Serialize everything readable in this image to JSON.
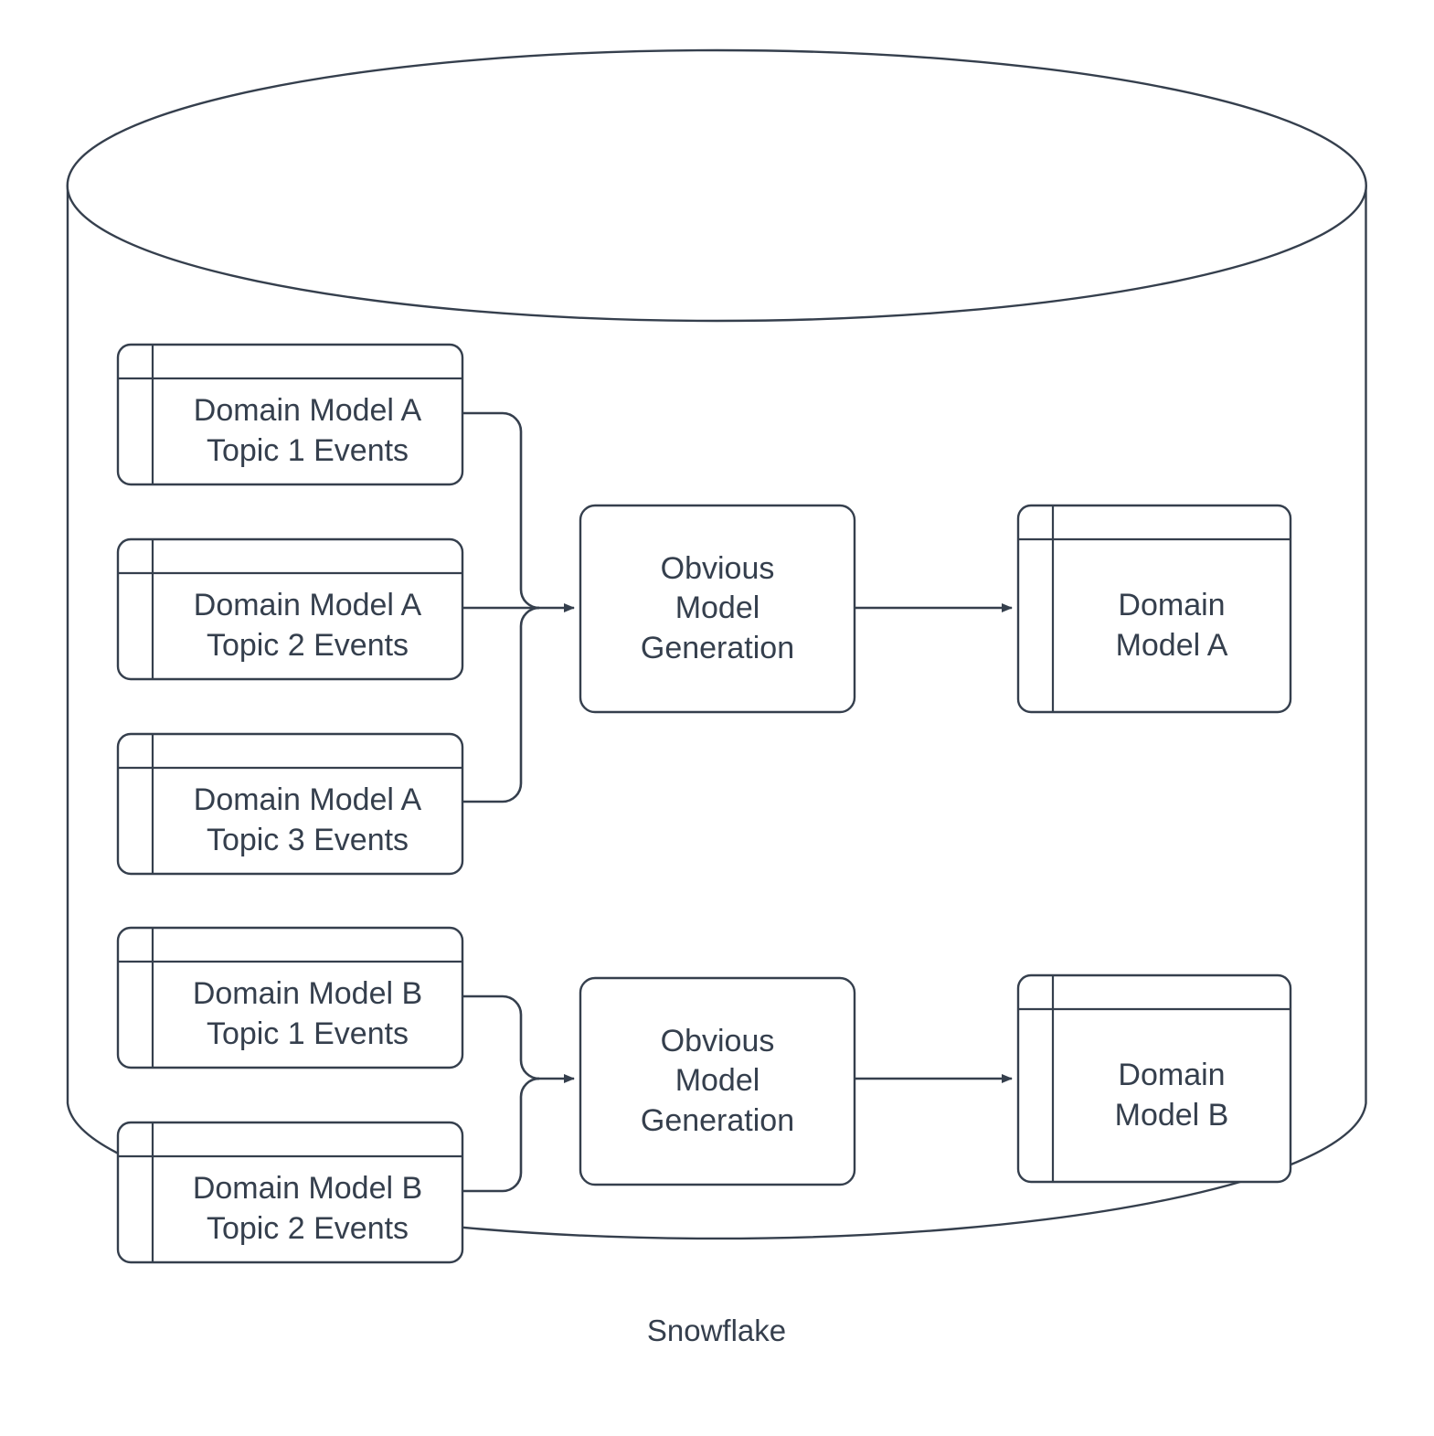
{
  "diagram": {
    "container": {
      "name": "Snowflake",
      "label": "Snowflake",
      "shape": "cylinder"
    },
    "colors": {
      "stroke": "#353f4d",
      "text": "#353f4d",
      "fill": "#ffffff",
      "arrow": "#353f4d"
    },
    "groups": [
      {
        "id": "group-a",
        "sources": [
          {
            "id": "a-topic-1",
            "line1": "Domain Model A",
            "line2": "Topic 1 Events",
            "shape": "table"
          },
          {
            "id": "a-topic-2",
            "line1": "Domain Model A",
            "line2": "Topic 2 Events",
            "shape": "table"
          },
          {
            "id": "a-topic-3",
            "line1": "Domain Model A",
            "line2": "Topic 3 Events",
            "shape": "table"
          }
        ],
        "process": {
          "id": "process-a",
          "line1": "Obvious",
          "line2": "Model",
          "line3": "Generation",
          "shape": "rounded-rect"
        },
        "output": {
          "id": "domain-model-a",
          "line1": "Domain",
          "line2": "Model A",
          "shape": "table"
        }
      },
      {
        "id": "group-b",
        "sources": [
          {
            "id": "b-topic-1",
            "line1": "Domain Model B",
            "line2": "Topic 1 Events",
            "shape": "table"
          },
          {
            "id": "b-topic-2",
            "line1": "Domain Model B",
            "line2": "Topic 2 Events",
            "shape": "table"
          }
        ],
        "process": {
          "id": "process-b",
          "line1": "Obvious",
          "line2": "Model",
          "line3": "Generation",
          "shape": "rounded-rect"
        },
        "output": {
          "id": "domain-model-b",
          "line1": "Domain",
          "line2": "Model B",
          "shape": "table"
        }
      }
    ]
  }
}
